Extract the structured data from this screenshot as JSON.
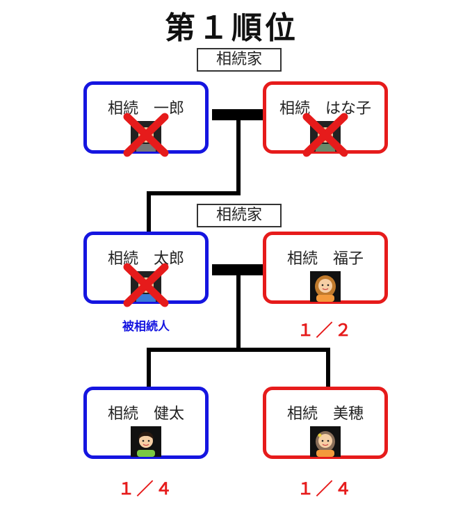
{
  "title": "第１順位",
  "family_labels": [
    "相続家",
    "相続家"
  ],
  "people": {
    "grandfather": {
      "name": "相続　一郎",
      "gender": "male",
      "deceased": true
    },
    "grandmother": {
      "name": "相続　はな子",
      "gender": "female",
      "deceased": true
    },
    "father": {
      "name": "相続　太郎",
      "gender": "male",
      "deceased": true,
      "role": "被相続人"
    },
    "mother": {
      "name": "相続　福子",
      "gender": "female",
      "deceased": false,
      "share": "１／２"
    },
    "son": {
      "name": "相続　健太",
      "gender": "male",
      "deceased": false,
      "share": "１／４"
    },
    "daughter": {
      "name": "相続　美穂",
      "gender": "female",
      "deceased": false,
      "share": "１／４"
    }
  },
  "icons": {
    "deceased_mark": "red-x-icon",
    "mother_avatar": "woman-avatar-icon",
    "son_avatar": "boy-avatar-icon",
    "daughter_avatar": "girl-avatar-icon"
  },
  "colors": {
    "male_border": "#1515e0",
    "female_border": "#e61b1b",
    "share_text": "#e61b1b",
    "decedent_text": "#1515e0"
  }
}
